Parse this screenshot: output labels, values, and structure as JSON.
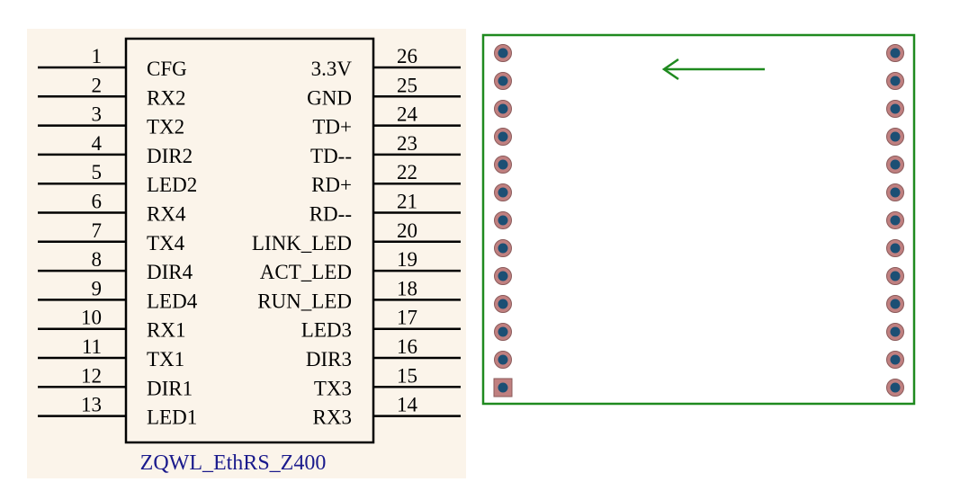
{
  "schematic": {
    "part_name": "ZQWL_EthRS_Z400",
    "left_pins": [
      {
        "num": "1",
        "label": "CFG"
      },
      {
        "num": "2",
        "label": "RX2"
      },
      {
        "num": "3",
        "label": "TX2"
      },
      {
        "num": "4",
        "label": "DIR2"
      },
      {
        "num": "5",
        "label": "LED2"
      },
      {
        "num": "6",
        "label": "RX4"
      },
      {
        "num": "7",
        "label": "TX4"
      },
      {
        "num": "8",
        "label": "DIR4"
      },
      {
        "num": "9",
        "label": "LED4"
      },
      {
        "num": "10",
        "label": "RX1"
      },
      {
        "num": "11",
        "label": "TX1"
      },
      {
        "num": "12",
        "label": "DIR1"
      },
      {
        "num": "13",
        "label": "LED1"
      }
    ],
    "right_pins": [
      {
        "num": "26",
        "label": "3.3V"
      },
      {
        "num": "25",
        "label": "GND"
      },
      {
        "num": "24",
        "label": "TD+"
      },
      {
        "num": "23",
        "label": "TD--"
      },
      {
        "num": "22",
        "label": "RD+"
      },
      {
        "num": "21",
        "label": "RD--"
      },
      {
        "num": "20",
        "label": "LINK_LED"
      },
      {
        "num": "19",
        "label": "ACT_LED"
      },
      {
        "num": "18",
        "label": "RUN_LED"
      },
      {
        "num": "17",
        "label": "LED3"
      },
      {
        "num": "16",
        "label": "DIR3"
      },
      {
        "num": "15",
        "label": "TX3"
      },
      {
        "num": "14",
        "label": "RX3"
      }
    ]
  },
  "footprint": {
    "pads_per_side": 13,
    "square_pad": "pin-1",
    "direction_arrow": "left"
  },
  "colors": {
    "schematic_bg": "#fbf4ea",
    "outline": "#000000",
    "part_name": "#1a1a8c",
    "board_outline": "#1f8a1f",
    "pad_ring": "#c08080",
    "pad_hole": "#1c4f74",
    "arrow": "#1f8a1f"
  }
}
